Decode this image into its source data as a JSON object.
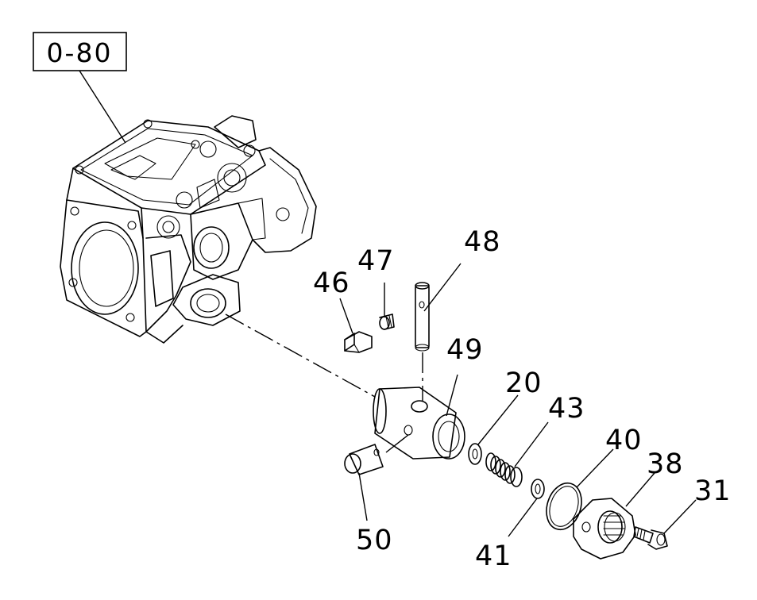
{
  "reference_box": {
    "text": "0-80"
  },
  "parts": [
    {
      "id": "p48",
      "label": "48"
    },
    {
      "id": "p47",
      "label": "47"
    },
    {
      "id": "p46",
      "label": "46"
    },
    {
      "id": "p49",
      "label": "49"
    },
    {
      "id": "p20",
      "label": "20"
    },
    {
      "id": "p43",
      "label": "43"
    },
    {
      "id": "p40",
      "label": "40"
    },
    {
      "id": "p38",
      "label": "38"
    },
    {
      "id": "p31",
      "label": "31"
    },
    {
      "id": "p50",
      "label": "50"
    },
    {
      "id": "p41",
      "label": "41"
    }
  ]
}
